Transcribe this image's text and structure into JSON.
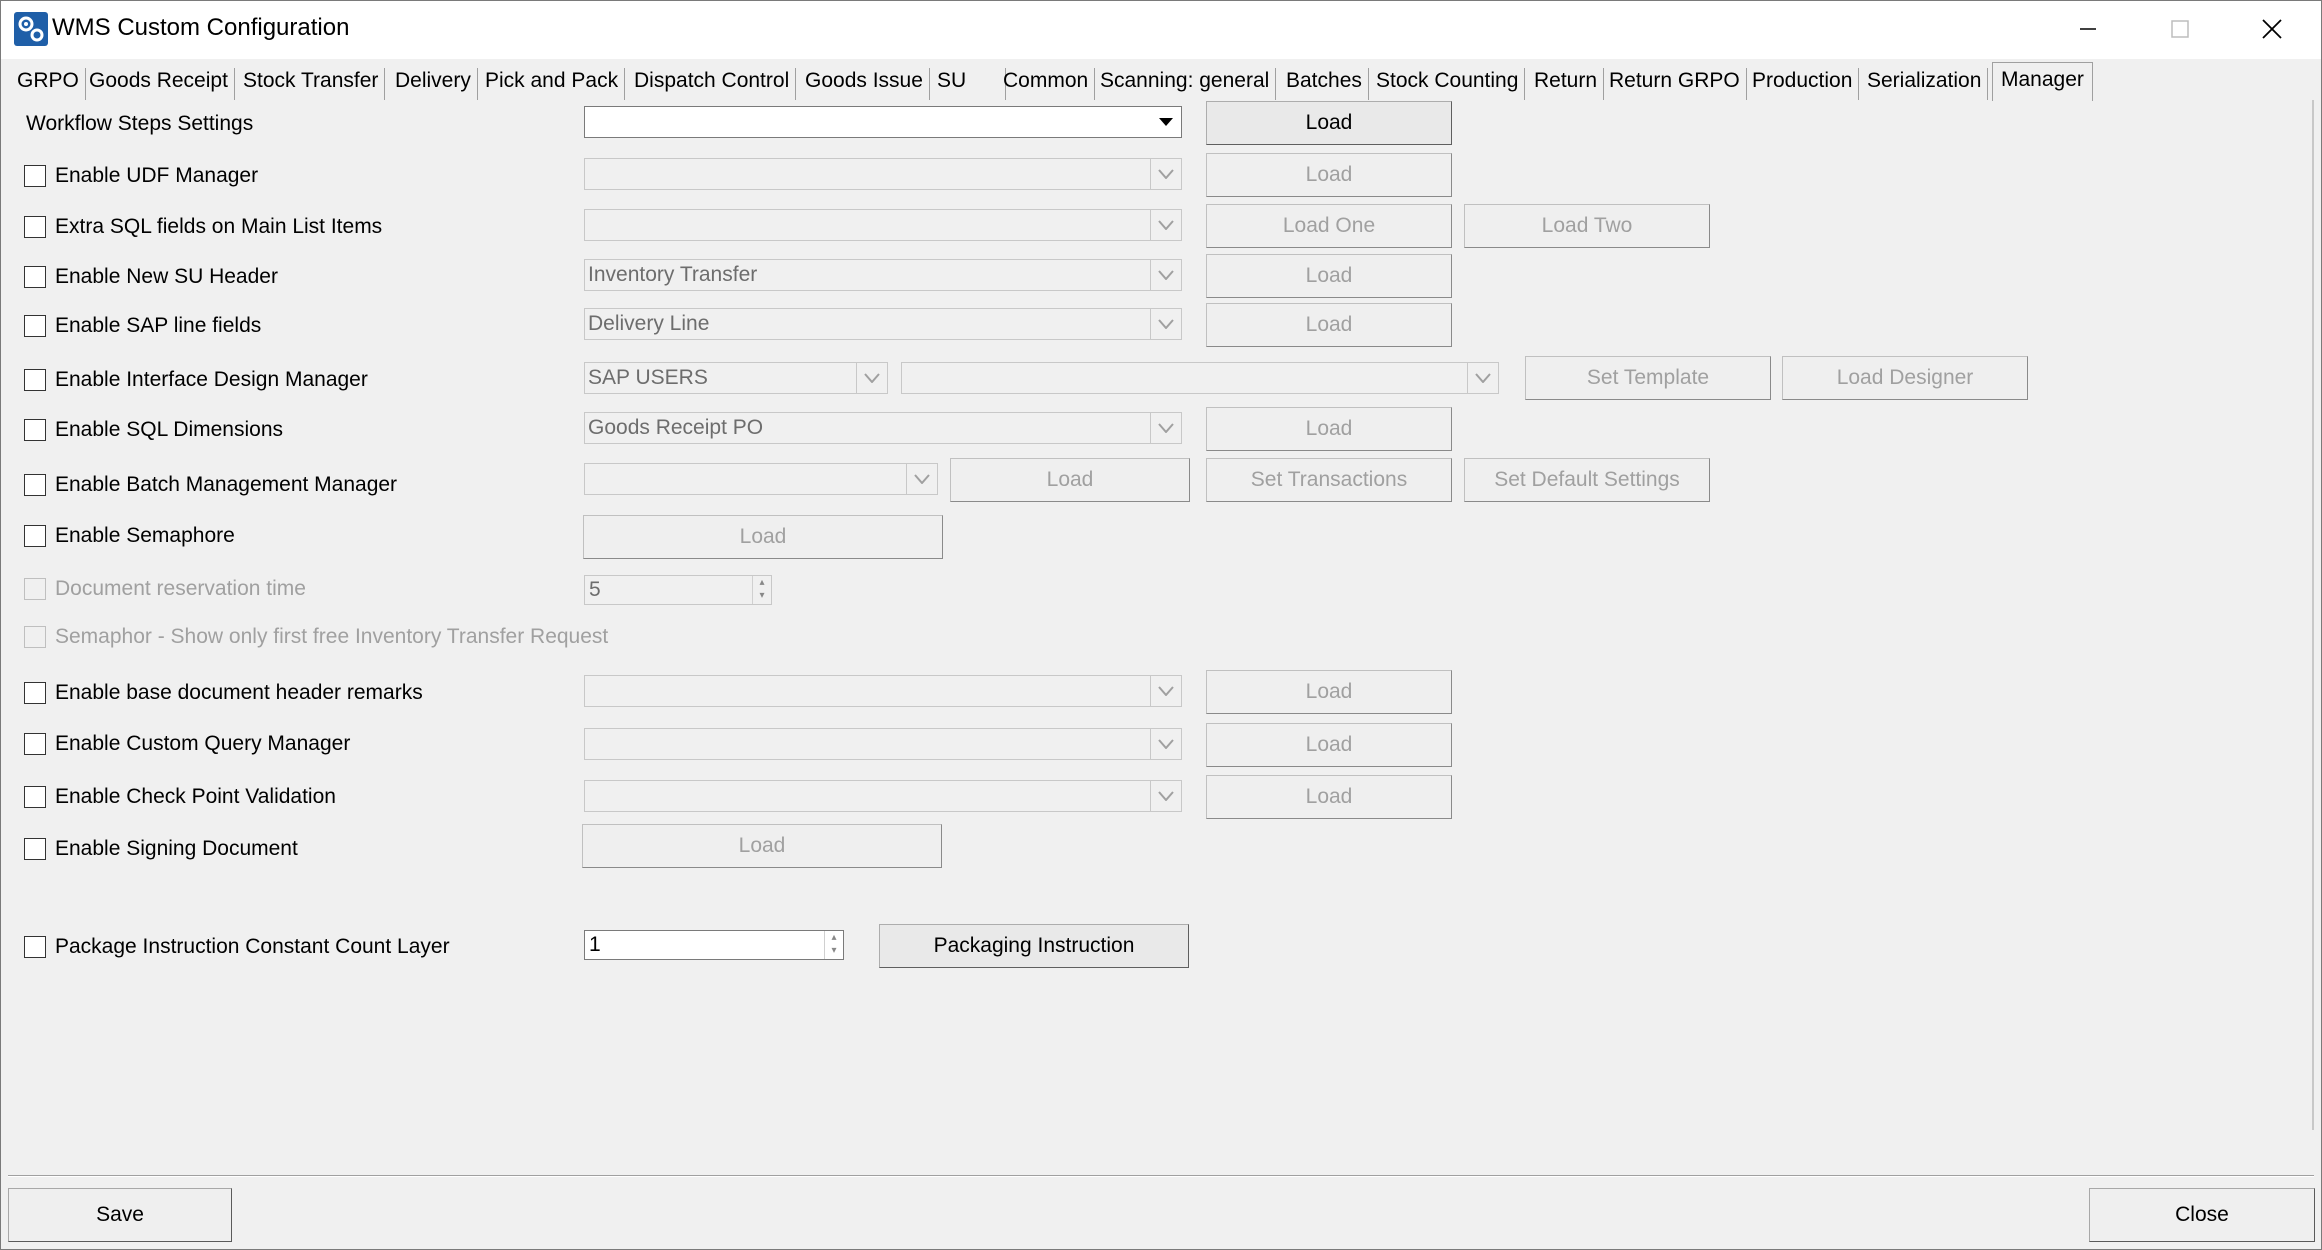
{
  "window": {
    "title": "WMS Custom Configuration"
  },
  "tabs": [
    {
      "label": "GRPO"
    },
    {
      "label": "Goods Receipt"
    },
    {
      "label": "Stock Transfer"
    },
    {
      "label": "Delivery"
    },
    {
      "label": "Pick and Pack"
    },
    {
      "label": "Dispatch Control"
    },
    {
      "label": "Goods Issue"
    },
    {
      "label": "SU"
    },
    {
      "label": "Common"
    },
    {
      "label": "Scanning: general"
    },
    {
      "label": "Batches"
    },
    {
      "label": "Stock Counting"
    },
    {
      "label": "Return"
    },
    {
      "label": "Return GRPO"
    },
    {
      "label": "Production"
    },
    {
      "label": "Serialization"
    },
    {
      "label": "Manager",
      "active": true
    }
  ],
  "rows": {
    "workflow": {
      "label": "Workflow Steps Settings",
      "combo_value": "",
      "button": "Load"
    },
    "udf": {
      "label": "Enable UDF Manager",
      "combo_value": "",
      "button": "Load"
    },
    "extra_sql": {
      "label": "Extra SQL fields on Main List Items",
      "combo_value": "",
      "button1": "Load One",
      "button2": "Load Two"
    },
    "new_su_header": {
      "label": "Enable New SU Header",
      "combo_value": "Inventory Transfer",
      "button": "Load"
    },
    "sap_line": {
      "label": "Enable SAP line fields",
      "combo_value": "Delivery Line",
      "button": "Load"
    },
    "interface_design": {
      "label": "Enable Interface Design Manager",
      "combo1_value": "SAP USERS",
      "combo2_value": "",
      "button1": "Set Template",
      "button2": "Load Designer"
    },
    "sql_dimensions": {
      "label": "Enable SQL Dimensions",
      "combo_value": "Goods Receipt PO",
      "button": "Load"
    },
    "batch_mgmt": {
      "label": "Enable Batch Management Manager",
      "combo_value": "",
      "button1": "Load",
      "button2": "Set Transactions",
      "button3": "Set Default Settings"
    },
    "semaphore": {
      "label": "Enable Semaphore",
      "button": "Load"
    },
    "doc_reservation": {
      "label": "Document reservation time",
      "spin_value": "5"
    },
    "semaphor_first": {
      "label": "Semaphor - Show only first free Inventory Transfer Request"
    },
    "base_doc_remarks": {
      "label": "Enable base document header remarks",
      "combo_value": "",
      "button": "Load"
    },
    "custom_query": {
      "label": "Enable Custom Query Manager",
      "combo_value": "",
      "button": "Load"
    },
    "check_point": {
      "label": "Enable Check Point Validation",
      "combo_value": "",
      "button": "Load"
    },
    "signing_doc": {
      "label": "Enable Signing Document",
      "button": "Load"
    },
    "package_instruction": {
      "label": "Package Instruction Constant Count Layer",
      "spin_value": "1",
      "button": "Packaging Instruction"
    }
  },
  "footer": {
    "save_label": "Save",
    "close_label": "Close"
  }
}
